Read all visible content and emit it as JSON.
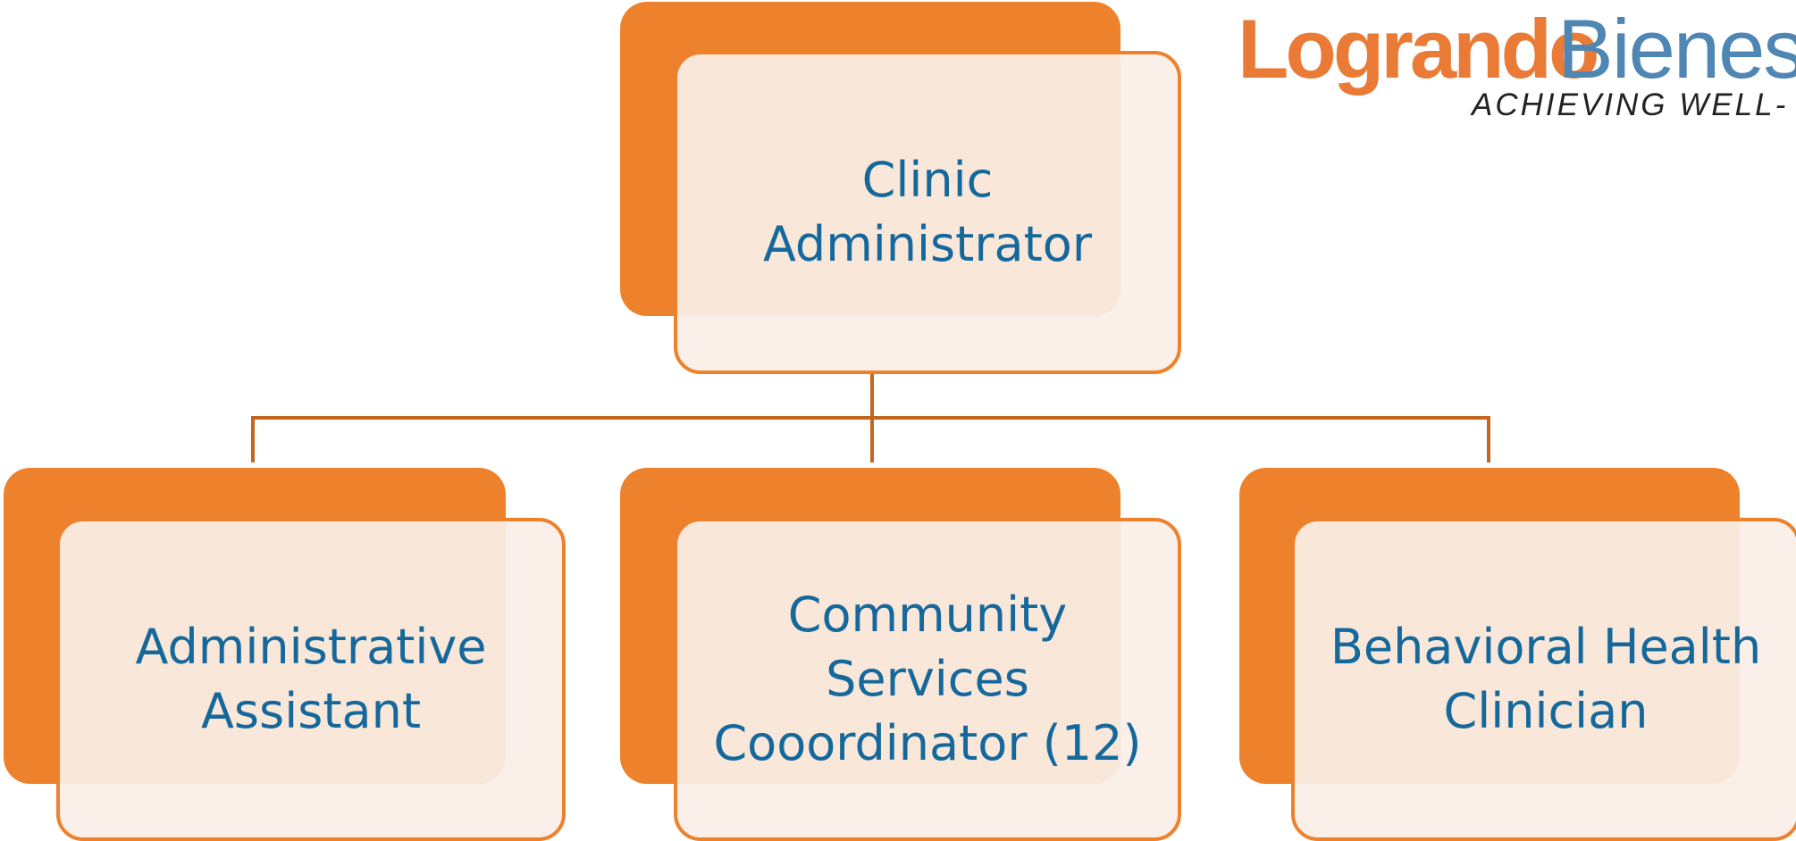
{
  "logo": {
    "word_primary": "Logrando",
    "word_secondary": "Bienes",
    "tagline": "ACHIEVING WELL-"
  },
  "org_chart": {
    "root": {
      "label": "Clinic\nAdministrator"
    },
    "children": [
      {
        "label": "Administrative\nAssistant"
      },
      {
        "label": "Community\nServices\nCooordinator (12)"
      },
      {
        "label": "Behavioral Health\nClinician"
      }
    ]
  },
  "colors": {
    "accent_orange": "#ee812c",
    "card_fill": "#faefe7",
    "text_blue": "#14689b",
    "connector_brown": "#c4661f",
    "logo_blue": "#4f86b4"
  }
}
